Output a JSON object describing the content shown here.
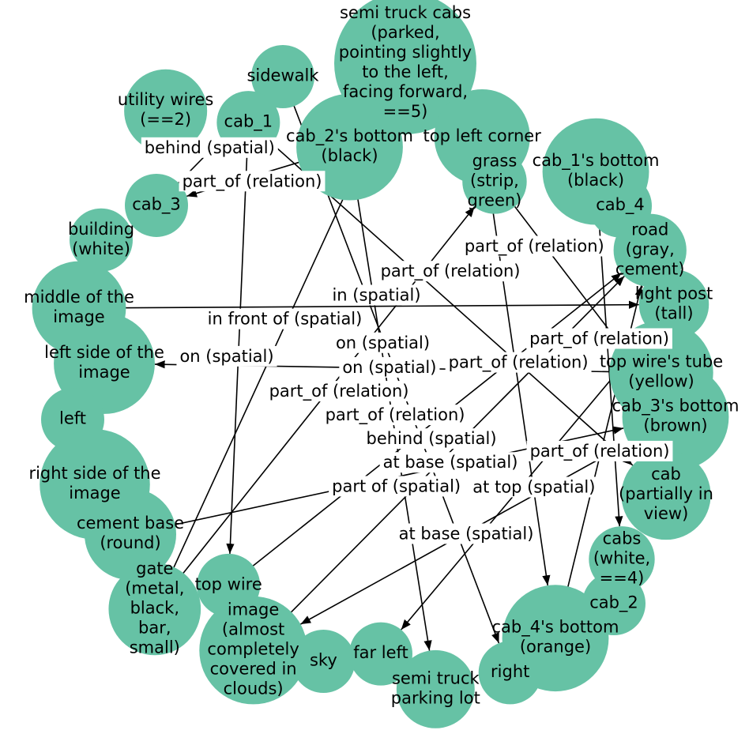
{
  "nodes": [
    {
      "id": "semi",
      "label": "semi truck cabs\n(parked,\npointing slightly to the left,\nfacing forward,\n==5)"
    },
    {
      "id": "sidewalk",
      "label": "sidewalk"
    },
    {
      "id": "cab2b",
      "label": "cab_2's bottom\n(black)"
    },
    {
      "id": "tlc",
      "label": "top left corner"
    },
    {
      "id": "uw",
      "label": "utility wires\n(==2)"
    },
    {
      "id": "cab1",
      "label": "cab_1"
    },
    {
      "id": "grass",
      "label": "grass\n(strip,\ngreen)"
    },
    {
      "id": "cab1b",
      "label": "cab_1's bottom\n(black)"
    },
    {
      "id": "cab4",
      "label": "cab_4"
    },
    {
      "id": "cab3",
      "label": "cab_3"
    },
    {
      "id": "building",
      "label": "building\n(white)"
    },
    {
      "id": "road",
      "label": "road\n(gray,\ncement)"
    },
    {
      "id": "lp",
      "label": "light post\n(tall)"
    },
    {
      "id": "mid",
      "label": "middle of the image"
    },
    {
      "id": "lsi",
      "label": "left side of the image"
    },
    {
      "id": "twt",
      "label": "top wire's tube\n(yellow)"
    },
    {
      "id": "left",
      "label": "left"
    },
    {
      "id": "cab3b",
      "label": "cab_3's bottom\n(brown)"
    },
    {
      "id": "rsi",
      "label": "right side of the image"
    },
    {
      "id": "cab",
      "label": "cab\n(partially in view)"
    },
    {
      "id": "cabs",
      "label": "cabs\n(white,\n==4)"
    },
    {
      "id": "cement",
      "label": "cement base\n(round)"
    },
    {
      "id": "cab2",
      "label": "cab_2"
    },
    {
      "id": "gate",
      "label": "gate\n(metal,\nblack,\nbar,\nsmall)"
    },
    {
      "id": "tw",
      "label": "top wire"
    },
    {
      "id": "cab4b",
      "label": "cab_4's bottom\n(orange)"
    },
    {
      "id": "image",
      "label": "image\n(almost completely covered in clouds)"
    },
    {
      "id": "right",
      "label": "right"
    },
    {
      "id": "sky",
      "label": "sky"
    },
    {
      "id": "farleft",
      "label": "far left"
    },
    {
      "id": "lot",
      "label": "semi truck parking lot"
    }
  ],
  "edges": [
    {
      "from": "cab3",
      "to": "sidewalk",
      "label": "behind (spatial)"
    },
    {
      "from": "gate",
      "to": "semi",
      "label": "in front of (spatial)"
    },
    {
      "from": "cab1",
      "to": "tw",
      "label": "on (spatial)"
    },
    {
      "from": "mid",
      "to": "lp",
      "label": "in (spatial)"
    },
    {
      "from": "cab2b",
      "to": "cab3",
      "label": "part_of (relation)"
    },
    {
      "from": "cab1",
      "to": "cab",
      "label": "part_of (relation)"
    },
    {
      "from": "semi",
      "to": "cab3b",
      "label": "part_of (relation)"
    },
    {
      "from": "tlc",
      "to": "cab4b",
      "label": "part_of (relation)"
    },
    {
      "from": "cab1b",
      "to": "cabs",
      "label": "part_of (relation)"
    },
    {
      "from": "cement",
      "to": "cab3b",
      "label": "part of (spatial)"
    },
    {
      "from": "tw",
      "to": "road",
      "label": "behind (spatial)"
    },
    {
      "from": "image",
      "to": "road",
      "label": "at base (spatial)"
    },
    {
      "from": "cab4b",
      "to": "road",
      "label": "part_of (relation)"
    },
    {
      "from": "twt",
      "to": "lsi",
      "label": "on (spatial)"
    },
    {
      "from": "sidewalk",
      "to": "right",
      "label": "on (spatial)"
    },
    {
      "from": "cab2b",
      "to": "lot",
      "label": "part_of (relation)"
    },
    {
      "from": "lp",
      "to": "farleft",
      "label": "at top (spatial)"
    },
    {
      "from": "cab3b",
      "to": "image",
      "label": "at base (spatial)"
    },
    {
      "from": "gate",
      "to": "grass",
      "label": "part_of (relation)"
    }
  ]
}
